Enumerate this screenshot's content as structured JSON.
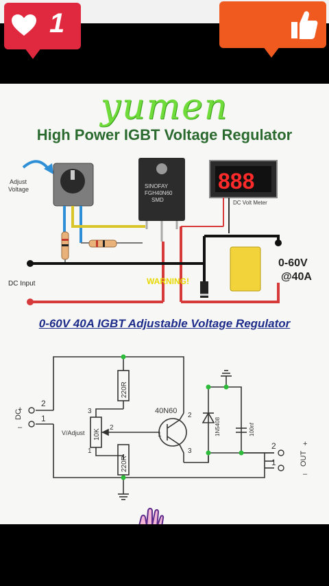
{
  "overlay": {
    "like_count": "1",
    "like_color": "#e0283e",
    "thumb_color": "#f05a1e",
    "like_icon": "heart-icon",
    "thumb_icon": "thumbs-up-icon"
  },
  "image": {
    "brand": "yumen",
    "title": "High Power IGBT Voltage Regulator",
    "subtitle": "0-60V 40A IGBT Adjustable Voltage Regulator",
    "wiring": {
      "adjust_voltage": [
        "Adjust",
        "Voltage"
      ],
      "transistor_marking": [
        "SINOFAY",
        "FGH40N60",
        "SMD"
      ],
      "meter_display": "888",
      "meter_label": "DC Volt Meter",
      "dc_input": "DC Input",
      "warning": "WARNING!",
      "output_voltage": "0-60V",
      "output_current": "@40A"
    },
    "schematic": {
      "dc_label": "DC",
      "plus": "+",
      "minus": "–",
      "pin_2": "2",
      "pin_1": "1",
      "pin_3": "3",
      "resistor_top": "220R",
      "resistor_bottom": "220R",
      "potentiometer": "10K",
      "v_adjust": "V/Adjust",
      "igbt": "40N60",
      "diode": "1N5408",
      "capacitor": "100nf",
      "out_label": "OUT"
    }
  }
}
